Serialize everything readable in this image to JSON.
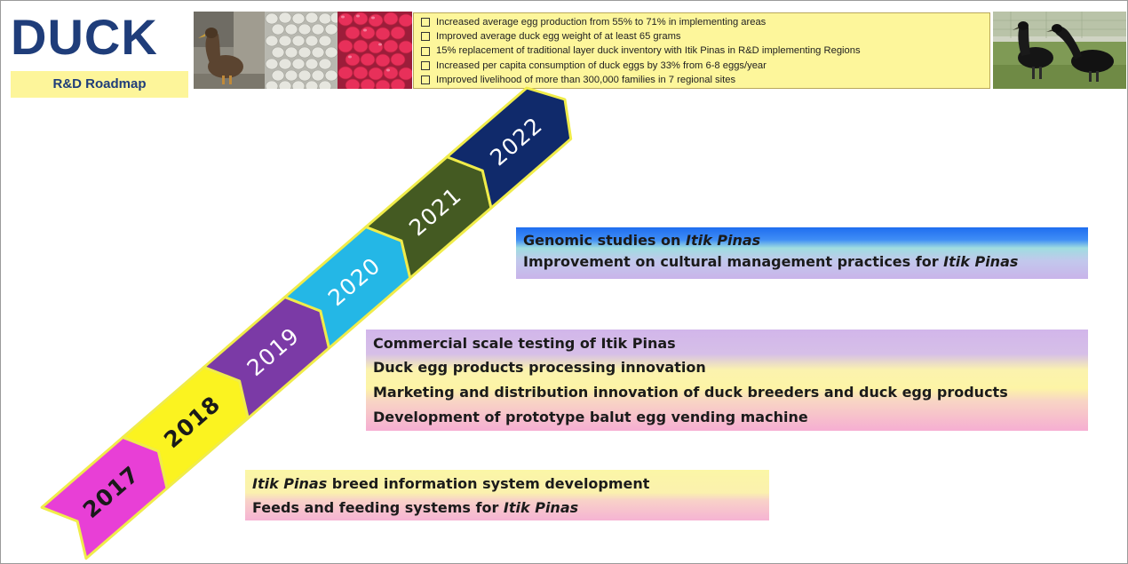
{
  "header": {
    "title": "DUCK",
    "subtitle": "R&D Roadmap",
    "photos": [
      "duck-photo",
      "white-eggs-photo",
      "pink-balut-eggs-photo",
      "black-ducks-photo"
    ],
    "goals": [
      "Increased average egg production from 55% to 71% in implementing areas",
      "Improved average duck egg weight of at least 65 grams",
      "15% replacement of traditional layer duck inventory with Itik Pinas in R&D implementing Regions",
      "Increased per capita consumption of duck eggs by 33% from 6-8 eggs/year",
      "Improved livelihood of more than 300,000 families in 7 regional sites"
    ]
  },
  "timeline": {
    "years": [
      {
        "label": "2017",
        "color": "#e83fd6"
      },
      {
        "label": "2018",
        "color": "#fbf320"
      },
      {
        "label": "2019",
        "color": "#7b3aa6"
      },
      {
        "label": "2020",
        "color": "#24b7e6"
      },
      {
        "label": "2021",
        "color": "#445a22"
      },
      {
        "label": "2022",
        "color": "#102a6b"
      }
    ],
    "outline_color": "#f0ec4a"
  },
  "activities": {
    "group_2021": [
      {
        "text": "Genomic studies on ",
        "italic": "Itik Pinas"
      },
      {
        "text": "Improvement on cultural management practices for ",
        "italic": "Itik Pinas"
      }
    ],
    "group_2019": [
      {
        "text": "Commercial scale testing of Itik Pinas"
      },
      {
        "text": "Duck egg products processing innovation"
      },
      {
        "text": "Marketing and distribution innovation of duck breeders and duck egg products"
      },
      {
        "text": "Development of prototype balut egg vending machine"
      }
    ],
    "group_2017": [
      {
        "italic": "Itik Pinas",
        "text": " breed information system development"
      },
      {
        "text": "Feeds and feeding systems for ",
        "italic": "Itik Pinas"
      }
    ]
  }
}
